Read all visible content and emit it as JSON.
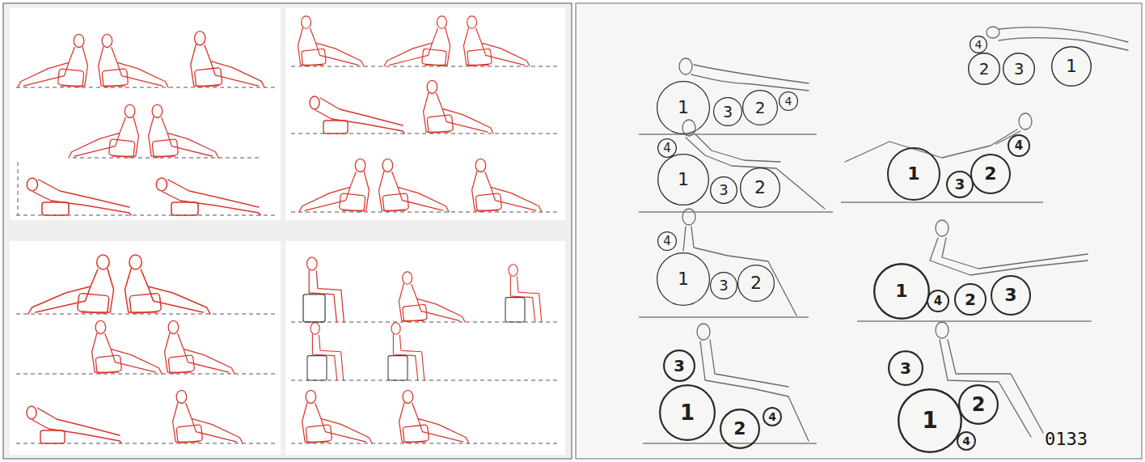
{
  "diagram": {
    "nodes": [
      {
        "text": [
          "1"
        ]
      },
      {
        "text": [
          "3"
        ]
      },
      {
        "text": [
          "2"
        ]
      },
      {
        "text": [
          "4"
        ]
      },
      {
        "text": [
          "4"
        ]
      },
      {
        "text": [
          "2"
        ]
      },
      {
        "text": [
          "3"
        ]
      },
      {
        "text": [
          "1"
        ]
      },
      {
        "text": [
          "4"
        ]
      },
      {
        "text": [
          "1"
        ]
      },
      {
        "text": [
          "3"
        ]
      },
      {
        "text": [
          "2"
        ]
      },
      {
        "text": [
          "1"
        ]
      },
      {
        "text": [
          "3"
        ]
      },
      {
        "text": [
          "2"
        ]
      },
      {
        "text": [
          "4"
        ]
      },
      {
        "text": [
          "4"
        ]
      },
      {
        "text": [
          "1"
        ]
      },
      {
        "text": [
          "3"
        ]
      },
      {
        "text": [
          "2"
        ]
      },
      {
        "text": [
          "1"
        ]
      },
      {
        "text": [
          "4"
        ]
      },
      {
        "text": [
          "2"
        ]
      },
      {
        "text": [
          "3"
        ]
      },
      {
        "text": [
          "3"
        ]
      },
      {
        "text": [
          "1"
        ]
      },
      {
        "text": [
          "2"
        ]
      },
      {
        "text": [
          "4"
        ]
      },
      {
        "text": [
          "3"
        ]
      },
      {
        "text": [
          "1"
        ]
      },
      {
        "text": [
          "2"
        ]
      },
      {
        "text": [
          "4"
        ]
      }
    ],
    "labels": [
      "0133"
    ]
  }
}
